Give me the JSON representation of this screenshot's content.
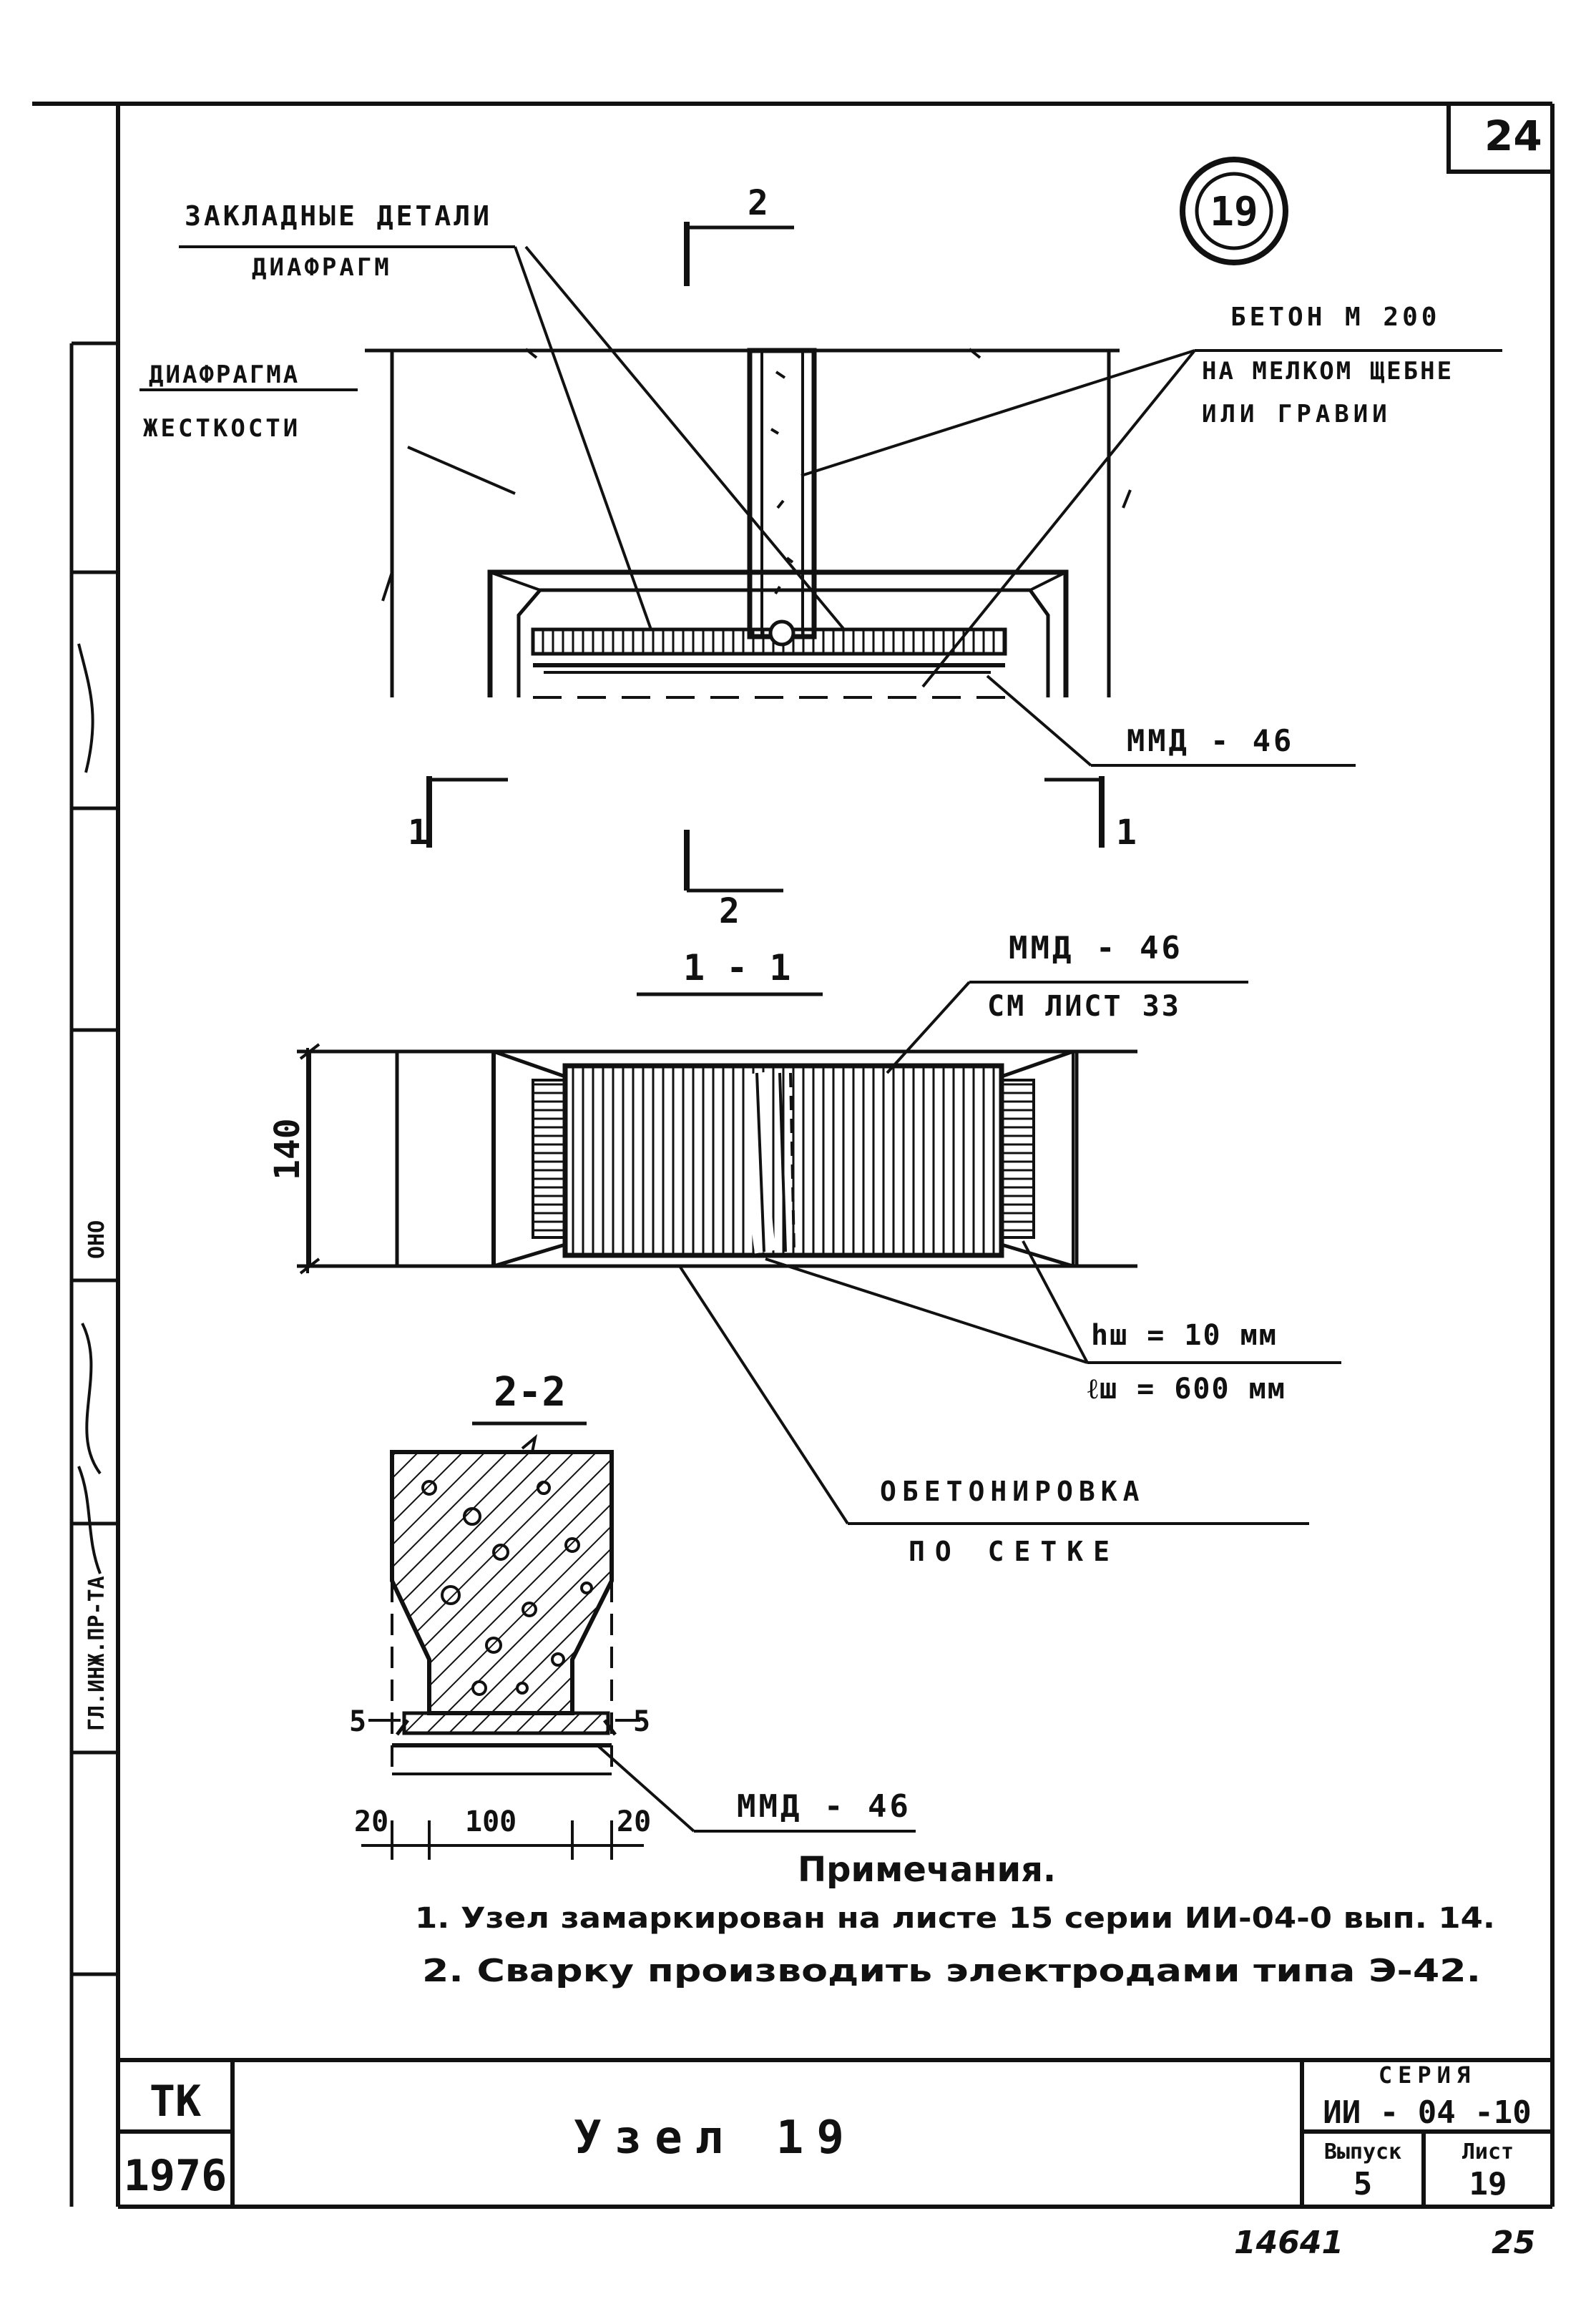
{
  "sheet": {
    "page_number": "24",
    "node_circle": "19",
    "bottom_number_left": "14641",
    "bottom_number_right": "25"
  },
  "labels": {
    "embedded_parts_1": "ЗАКЛАДНЫЕ ДЕТАЛИ",
    "embedded_parts_2": "ДИАФРАГМ",
    "diaphragm_1": "ДИАФРАГМА",
    "diaphragm_2": "ЖЕСТКОСТИ",
    "concrete_1": "БЕТОН М 200",
    "concrete_2": "НА МЕЛКОМ ЩЕБНЕ",
    "concrete_3": "ИЛИ ГРАВИИ",
    "mmd_top": "ММД - 46",
    "section_2_top": "2",
    "section_2_bottom": "2",
    "section_1_left": "1",
    "section_1_right": "1",
    "section_11_title": "1 - 1",
    "mmd_11_1": "ММД - 46",
    "mmd_11_2": "СМ ЛИСТ 33",
    "dim_140": "140",
    "hw": "hш = 10 мм",
    "lw": "ℓш = 600 мм",
    "concreting_1": "ОБЕТОНИРОВКА",
    "concreting_2": "ПО СЕТКЕ",
    "section_22_title": "2-2",
    "dim_5_left": "5",
    "dim_5_right": "5",
    "dim_20_left": "20",
    "dim_100": "100",
    "dim_20_right": "20",
    "mmd_22": "ММД - 46"
  },
  "notes": {
    "title": "Примечания.",
    "items": [
      "1. Узел замаркирован на листе 15 серии ИИ-04-0 вып. 14.",
      "2. Сварку производить электродами типа Э-42."
    ]
  },
  "titleblock": {
    "org": "ТК",
    "year": "1976",
    "title": "Узел 19",
    "series_label": "СЕРИЯ",
    "series": "ИИ - 04 -10",
    "issue_label": "Выпуск",
    "issue": "5",
    "sheet_label": "Лист",
    "sheet": "19"
  },
  "side_stamp": {
    "cells": [
      "ОНО",
      "ГЛ.ИНЖ.ПР-ТА"
    ]
  }
}
